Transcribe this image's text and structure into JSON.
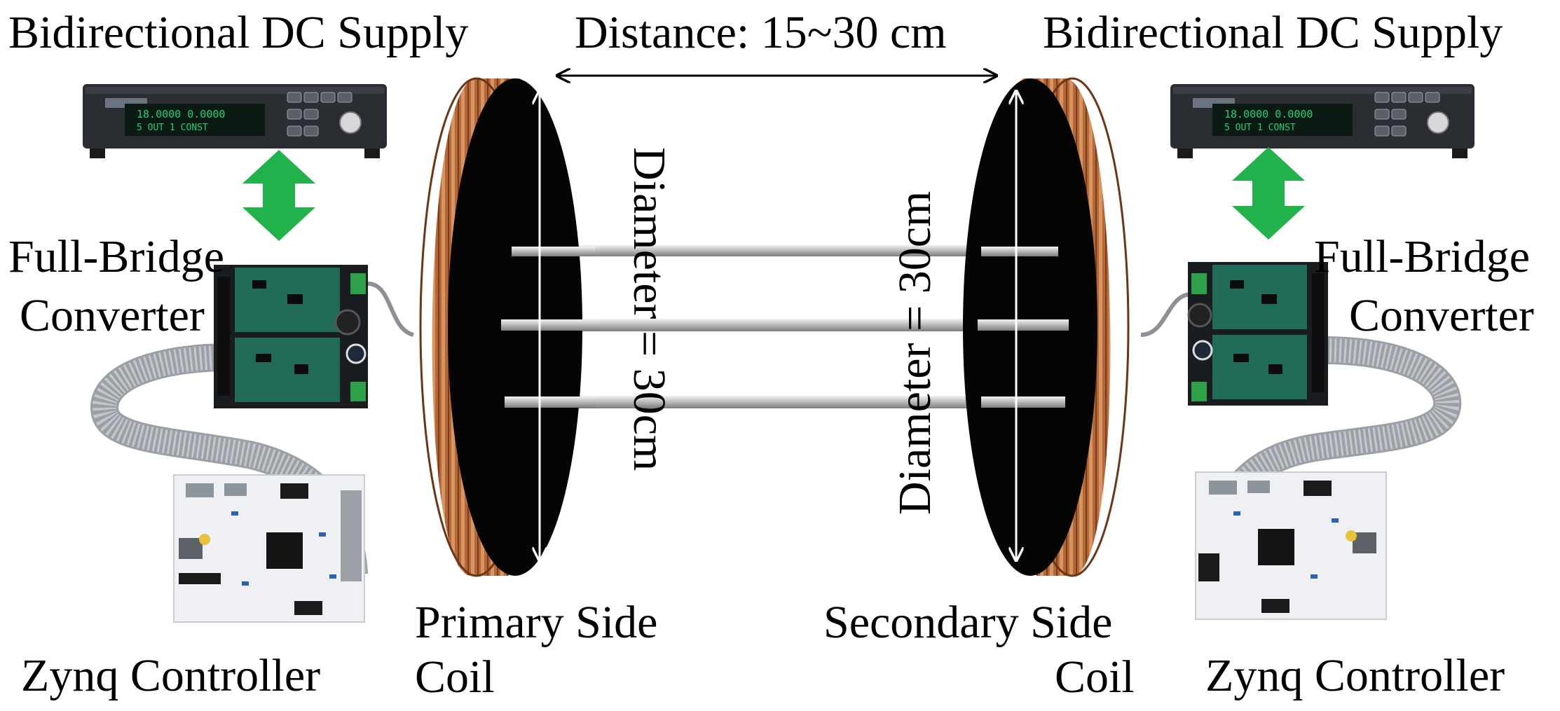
{
  "labels": {
    "supply_left": "Bidirectional DC Supply",
    "supply_right": "Bidirectional DC Supply",
    "distance": "Distance: 15~30 cm",
    "converter_left_line1": "Full-Bridge",
    "converter_left_line2": "Converter",
    "converter_right_line1": "Full-Bridge",
    "converter_right_line2": "Converter",
    "diameter_primary": "Diameter = 30cm",
    "diameter_secondary": "Diameter = 30cm",
    "primary_coil_line1": "Primary Side",
    "primary_coil_line2": "Coil",
    "secondary_coil_line1": "Secondary Side",
    "secondary_coil_line2": "Coil",
    "controller_left": "Zynq Controller",
    "controller_right": "Zynq Controller"
  },
  "colors": {
    "copper": "#b86a3c",
    "coil_face": "#050505",
    "arrow_green": "#21b24b",
    "pcb_green": "#1f6b57",
    "ribbon": "#9aa0a6",
    "supply_body": "#2a2d31",
    "display": "#1fd07a"
  }
}
